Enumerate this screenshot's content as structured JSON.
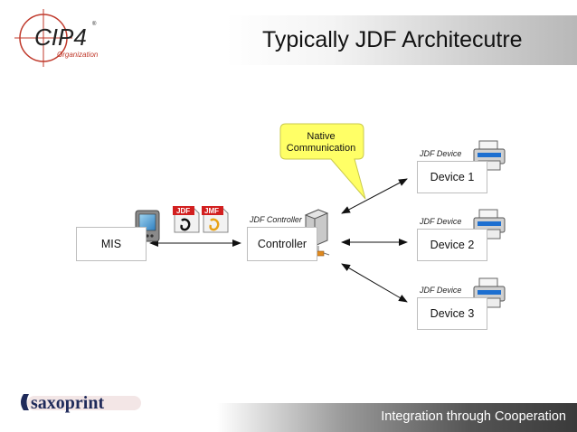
{
  "header": {
    "title": "Typically JDF Architecutre"
  },
  "logo": {
    "text": "CIP4",
    "subtext": "Organization",
    "registered": "®"
  },
  "callout": {
    "line1": "Native",
    "line2": "Communication"
  },
  "nodes": {
    "mis": {
      "label": "MIS"
    },
    "controller": {
      "label": "Controller",
      "role": "JDF Controller"
    },
    "device1": {
      "label": "Device 1",
      "role": "JDF Device"
    },
    "device2": {
      "label": "Device 2",
      "role": "JDF Device"
    },
    "device3": {
      "label": "Device 3",
      "role": "JDF Device"
    }
  },
  "file_icons": {
    "jdf": "JDF",
    "jmf": "JMF"
  },
  "footer": {
    "brand": "saxoprint",
    "tagline": "Integration through Cooperation"
  },
  "icons": [
    "pda-icon",
    "jdf-file-icon",
    "jmf-file-icon",
    "server-icon",
    "printer-icon"
  ],
  "colors": {
    "accent_red": "#c0392b",
    "callout_yellow": "#ffff66",
    "saxo_red": "#cc1f1f",
    "saxo_navy": "#1f2a5a"
  }
}
